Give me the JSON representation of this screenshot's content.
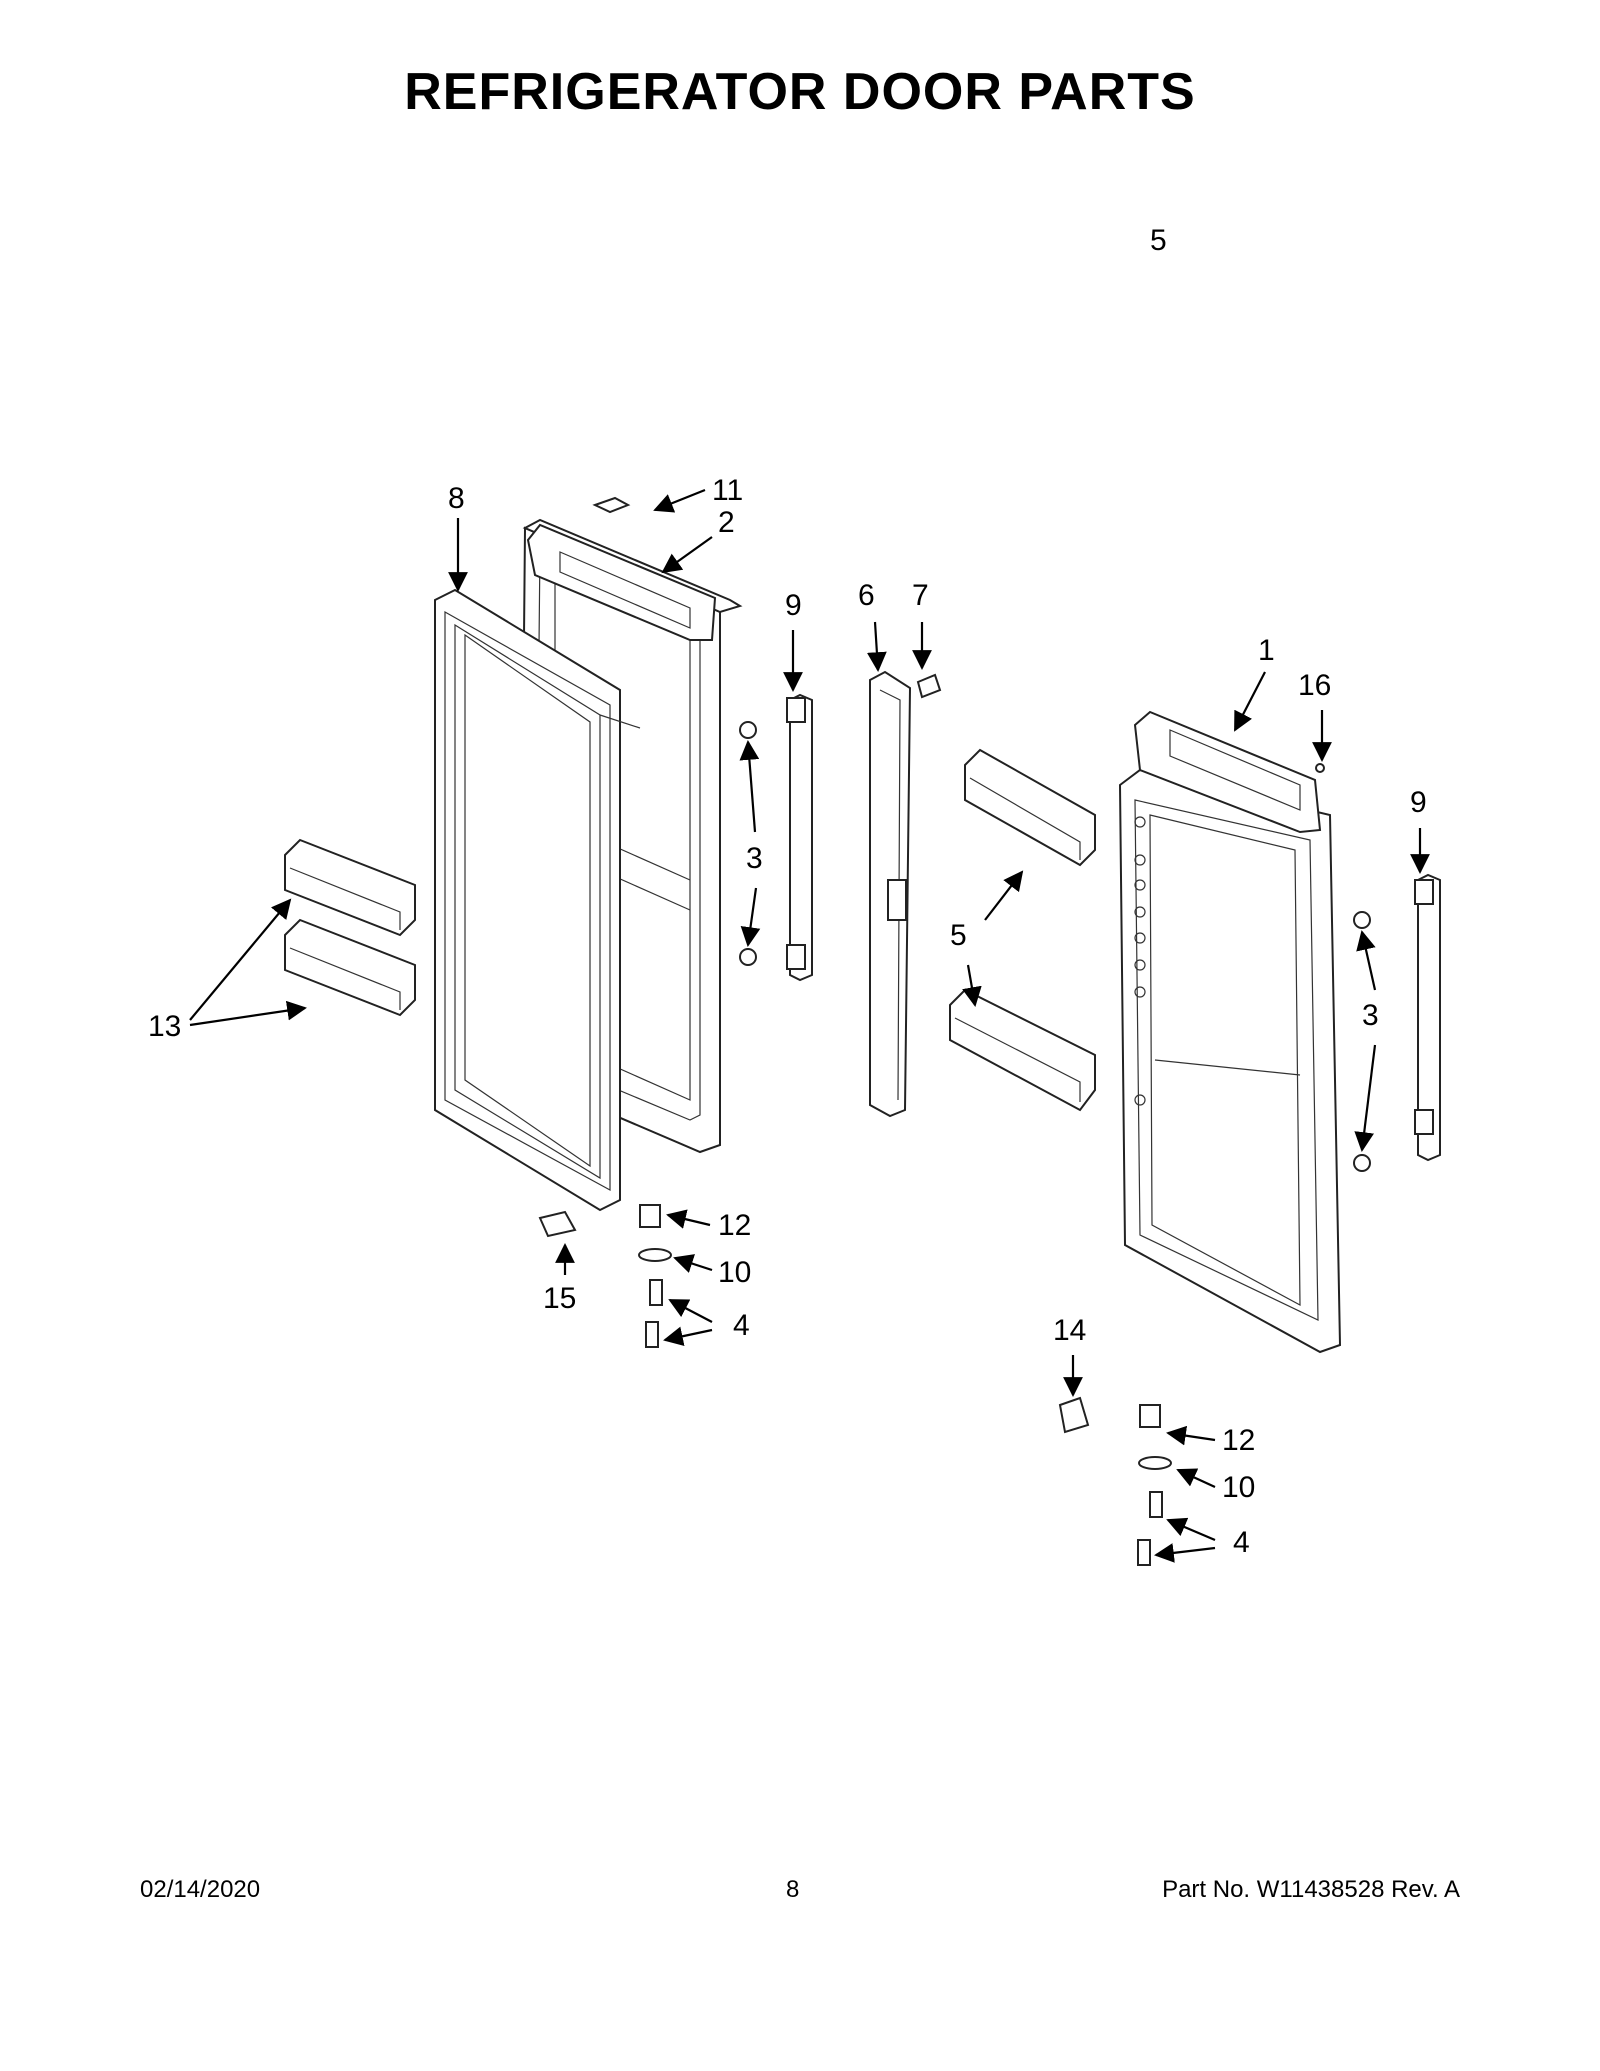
{
  "header": {
    "title": "REFRIGERATOR DOOR PARTS"
  },
  "footer": {
    "date": "02/14/2020",
    "page": "8",
    "part_number": "Part No.  W11438528   Rev.  A"
  },
  "callouts": [
    "11",
    "8",
    "2",
    "9",
    "6",
    "7",
    "1",
    "16",
    "9",
    "3",
    "13",
    "5",
    "5",
    "3",
    "12",
    "10",
    "4",
    "15",
    "14",
    "12",
    "10",
    "4"
  ]
}
